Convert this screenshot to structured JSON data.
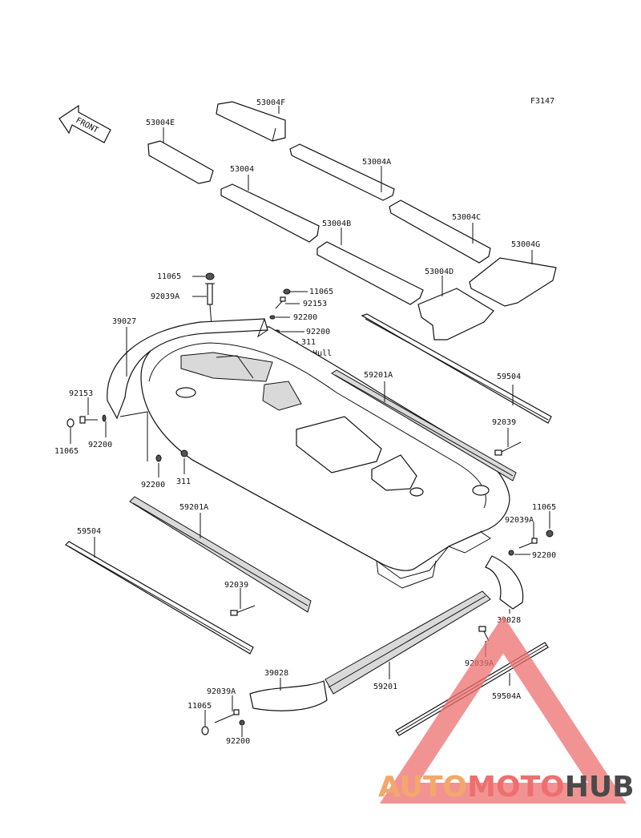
{
  "figure_code": "F3147",
  "front_arrow_label": "FRONT",
  "labels": {
    "p53004F": "53004F",
    "p53004E": "53004E",
    "p53004A": "53004A",
    "p53004": "53004",
    "p53004C": "53004C",
    "p53004B": "53004B",
    "p53004G": "53004G",
    "p53004D": "53004D",
    "p11065_top": "11065",
    "p92039A_top": "92039A",
    "p11065_mid": "11065",
    "p92153_mid": "92153",
    "p92200_mid1": "92200",
    "p92200_mid2": "92200",
    "p311_mid": "311",
    "ref_hull": "Ref.Hull",
    "p39027": "39027",
    "p92153_left": "92153",
    "p11065_left": "11065",
    "p92200_left": "92200",
    "p92200_low": "92200",
    "p311_low": "311",
    "p59201A_right": "59201A",
    "p59504_right": "59504",
    "p92039_right": "92039",
    "p59201A_left": "59201A",
    "p59504_left": "59504",
    "p92039_left": "92039",
    "p11065_rlow": "11065",
    "p92039A_rlow": "92039A",
    "p92200_rlow": "92200",
    "p39028_right": "39028",
    "p92039A_bot": "92039A",
    "p59504A": "59504A",
    "p59201": "59201",
    "p39028_bot": "39028",
    "p92039A_botleft": "92039A",
    "p11065_botleft": "11065",
    "p92200_botleft": "92200"
  },
  "watermark": {
    "part1": "AUTO",
    "part2": "MOTO",
    "part3": "HUB",
    "color_light": "#f3a86a",
    "color_mid": "#ee6f6f",
    "color_dark": "#4a4a4a"
  }
}
